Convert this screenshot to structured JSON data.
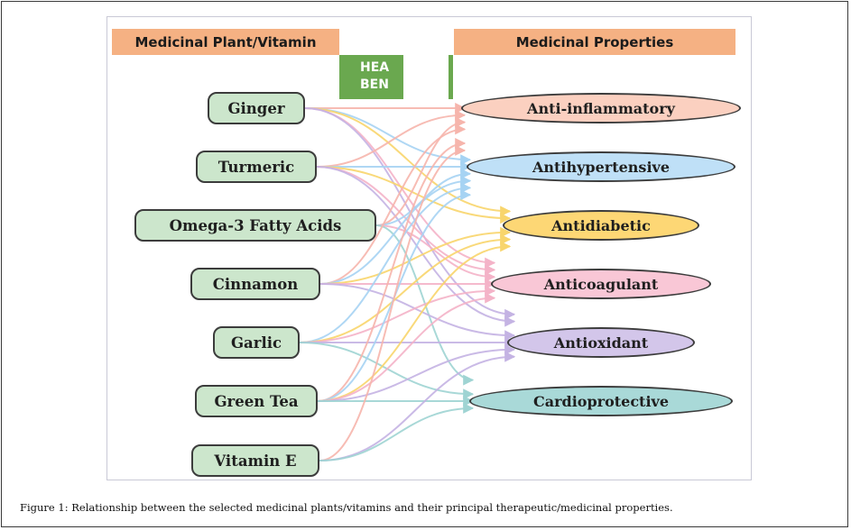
{
  "figure": {
    "header_left": "Medicinal Plant/Vitamin",
    "header_right": "Medicinal Properties",
    "partial_label_line1": "HEA",
    "partial_label_line2": "BEN",
    "caption": "Figure 1: Relationship between the selected medicinal plants/vitamins and their principal therapeutic/medicinal properties."
  },
  "plants": [
    {
      "id": "ginger",
      "label": "Ginger"
    },
    {
      "id": "turmeric",
      "label": "Turmeric"
    },
    {
      "id": "omega3",
      "label": "Omega-3 Fatty Acids"
    },
    {
      "id": "cinnamon",
      "label": "Cinnamon"
    },
    {
      "id": "garlic",
      "label": "Garlic"
    },
    {
      "id": "greentea",
      "label": "Green Tea"
    },
    {
      "id": "vitamine",
      "label": "Vitamin E"
    }
  ],
  "properties": [
    {
      "id": "antiinflammatory",
      "label": "Anti-inflammatory",
      "color": "#fbd0c0"
    },
    {
      "id": "antihypertensive",
      "label": "Antihypertensive",
      "color": "#bfe0f7"
    },
    {
      "id": "antidiabetic",
      "label": "Antidiabetic",
      "color": "#fdd775"
    },
    {
      "id": "anticoagulant",
      "label": "Anticoagulant",
      "color": "#f9c7d6"
    },
    {
      "id": "antioxidant",
      "label": "Antioxidant",
      "color": "#d3c6ea"
    },
    {
      "id": "cardioprotective",
      "label": "Cardioprotective",
      "color": "#a9d9d8"
    }
  ],
  "links": [
    {
      "from": "ginger",
      "to": "antiinflammatory"
    },
    {
      "from": "ginger",
      "to": "antihypertensive"
    },
    {
      "from": "ginger",
      "to": "antidiabetic"
    },
    {
      "from": "ginger",
      "to": "anticoagulant"
    },
    {
      "from": "ginger",
      "to": "antioxidant"
    },
    {
      "from": "turmeric",
      "to": "antiinflammatory"
    },
    {
      "from": "turmeric",
      "to": "antihypertensive"
    },
    {
      "from": "turmeric",
      "to": "antidiabetic"
    },
    {
      "from": "turmeric",
      "to": "anticoagulant"
    },
    {
      "from": "turmeric",
      "to": "antioxidant"
    },
    {
      "from": "omega3",
      "to": "antiinflammatory"
    },
    {
      "from": "omega3",
      "to": "antihypertensive"
    },
    {
      "from": "omega3",
      "to": "anticoagulant"
    },
    {
      "from": "omega3",
      "to": "cardioprotective"
    },
    {
      "from": "cinnamon",
      "to": "antiinflammatory"
    },
    {
      "from": "cinnamon",
      "to": "antihypertensive"
    },
    {
      "from": "cinnamon",
      "to": "antidiabetic"
    },
    {
      "from": "cinnamon",
      "to": "anticoagulant"
    },
    {
      "from": "cinnamon",
      "to": "antioxidant"
    },
    {
      "from": "garlic",
      "to": "antihypertensive"
    },
    {
      "from": "garlic",
      "to": "antidiabetic"
    },
    {
      "from": "garlic",
      "to": "anticoagulant"
    },
    {
      "from": "garlic",
      "to": "antioxidant"
    },
    {
      "from": "garlic",
      "to": "cardioprotective"
    },
    {
      "from": "greentea",
      "to": "antiinflammatory"
    },
    {
      "from": "greentea",
      "to": "antihypertensive"
    },
    {
      "from": "greentea",
      "to": "antidiabetic"
    },
    {
      "from": "greentea",
      "to": "anticoagulant"
    },
    {
      "from": "greentea",
      "to": "antioxidant"
    },
    {
      "from": "greentea",
      "to": "cardioprotective"
    },
    {
      "from": "vitamine",
      "to": "antiinflammatory"
    },
    {
      "from": "vitamine",
      "to": "antioxidant"
    },
    {
      "from": "vitamine",
      "to": "cardioprotective"
    }
  ]
}
